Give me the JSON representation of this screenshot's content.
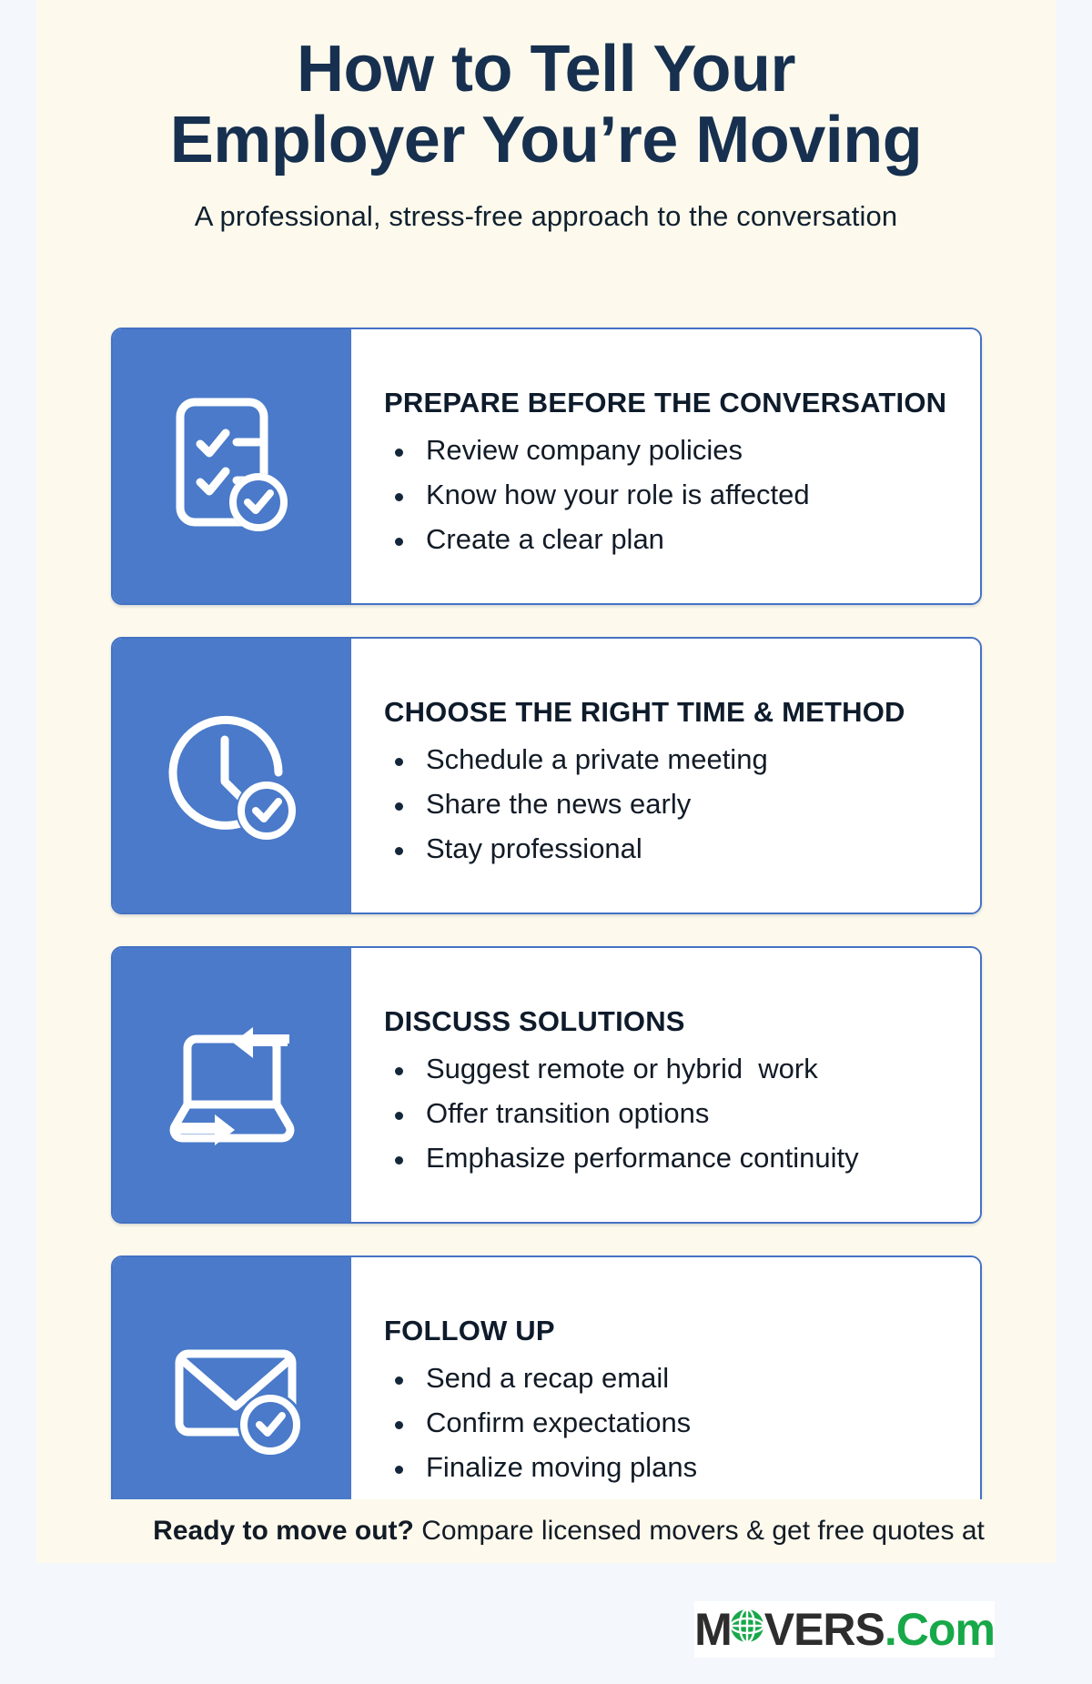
{
  "header": {
    "title_line1": "How to Tell Your",
    "title_line2": "Employer You’re Moving",
    "subtitle": "A professional, stress-free approach to the conversation"
  },
  "colors": {
    "page_background": "#f4f7fc",
    "panel_background": "#fdfaed",
    "card_icon_panel": "#4a7ac9",
    "card_border": "#4472c4",
    "title_navy": "#17304f",
    "body_text": "#121b26",
    "logo_dark": "#2d2d2d",
    "logo_green": "#17a84a"
  },
  "cards": [
    {
      "icon": "clipboard-checklist-verified-icon",
      "title": "PREPARE BEFORE THE CONVERSATION",
      "bullets": [
        "Review company policies",
        "Know how your role is affected",
        "Create a clear plan"
      ]
    },
    {
      "icon": "clock-verified-icon",
      "title": "CHOOSE THE RIGHT TIME & METHOD",
      "bullets": [
        "Schedule a private meeting",
        "Share the news early",
        "Stay professional"
      ]
    },
    {
      "icon": "laptop-exchange-arrows-icon",
      "title": "DISCUSS SOLUTIONS",
      "bullets": [
        "Suggest remote or hybrid  work",
        "Offer transition options",
        "Emphasize performance continuity"
      ]
    },
    {
      "icon": "envelope-verified-icon",
      "title": "FOLLOW UP",
      "bullets": [
        "Send a recap email",
        "Confirm expectations",
        "Finalize moving plans"
      ]
    }
  ],
  "footer": {
    "cta_bold": "Ready to move out?",
    "cta_rest": " Compare licensed movers & get free quotes at",
    "logo": {
      "part1": "M",
      "globe_icon": "globe-icon",
      "part2": "VERS",
      "part3": ".Com"
    }
  }
}
